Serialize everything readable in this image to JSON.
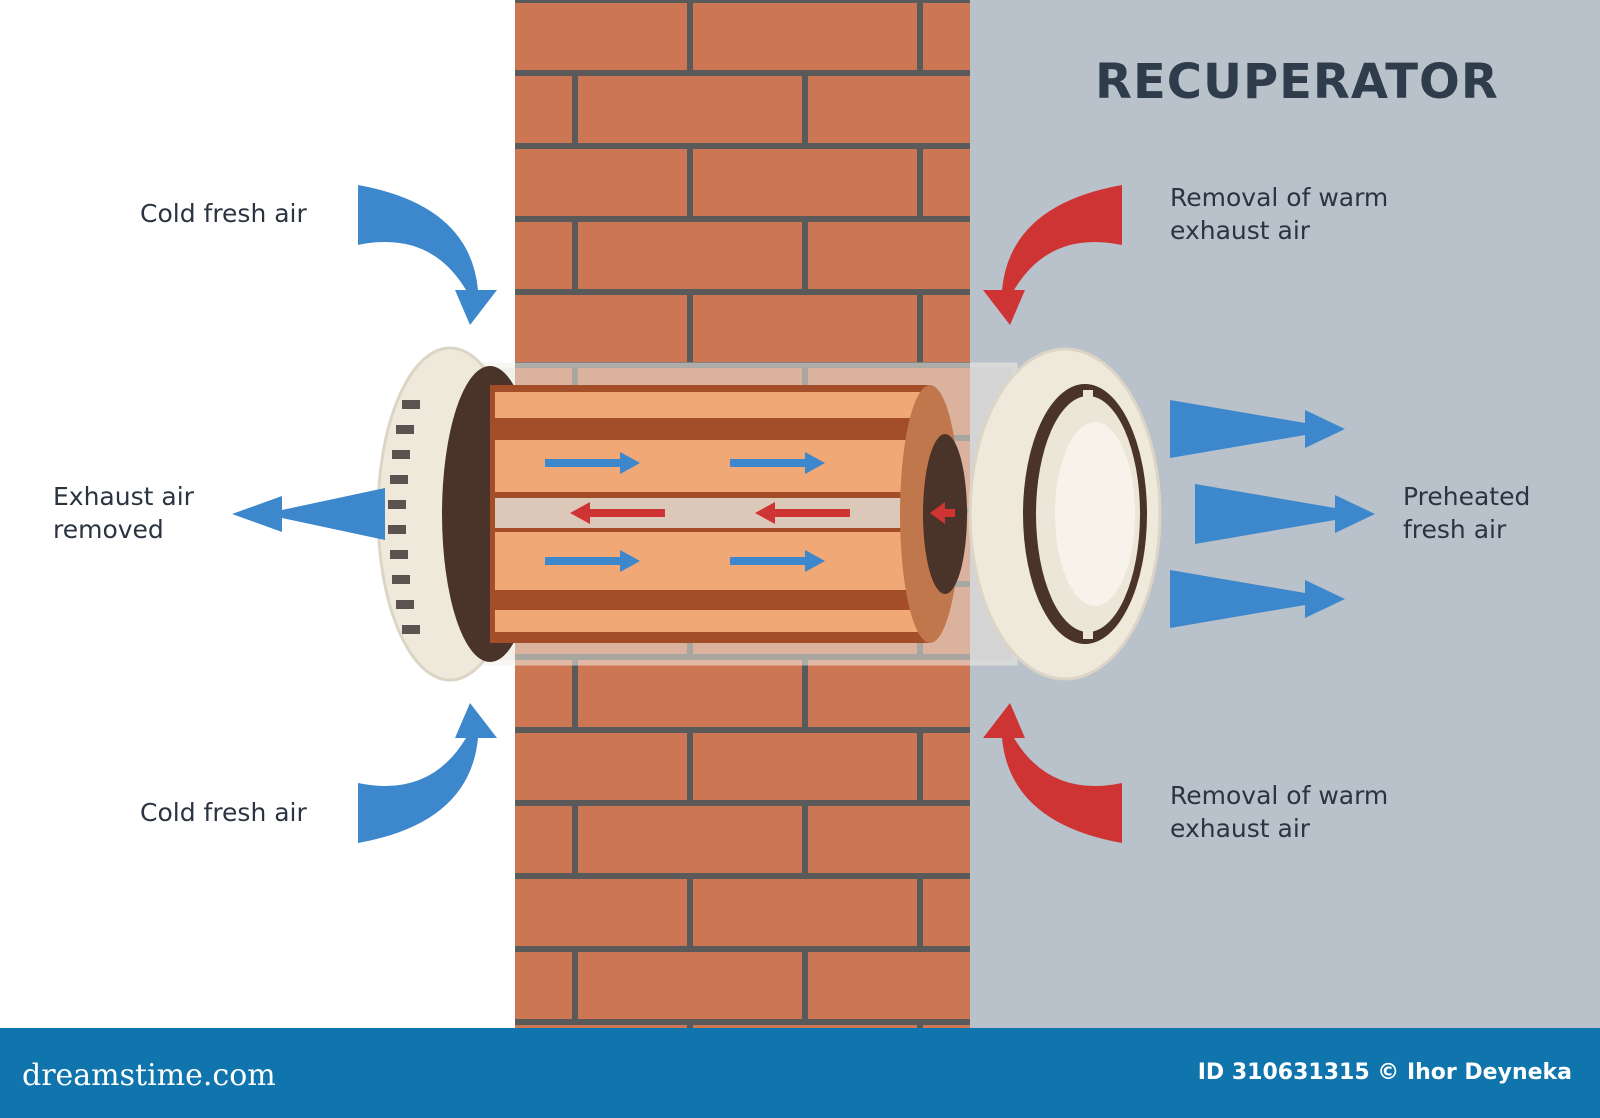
{
  "title": "RECUPERATOR",
  "labels": {
    "cold_fresh_air_top": "Cold fresh air",
    "cold_fresh_air_bottom": "Cold fresh air",
    "exhaust_air_removed": "Exhaust air\nremoved",
    "removal_warm_top": "Removal of warm\nexhaust air",
    "removal_warm_bottom": "Removal of warm\nexhaust air",
    "preheated_fresh_air": "Preheated\nfresh air"
  },
  "footer": {
    "brand": "dreamstime.com",
    "id_text": "ID 310631315 © Ihor Deyneka"
  },
  "colors": {
    "cold_air": "#3d87cc",
    "warm_air": "#cf3434",
    "brick": "#cc7653",
    "mortar": "#5a5a5a",
    "interior_wall": "#b9c1ca",
    "footer": "#0f75ac"
  }
}
